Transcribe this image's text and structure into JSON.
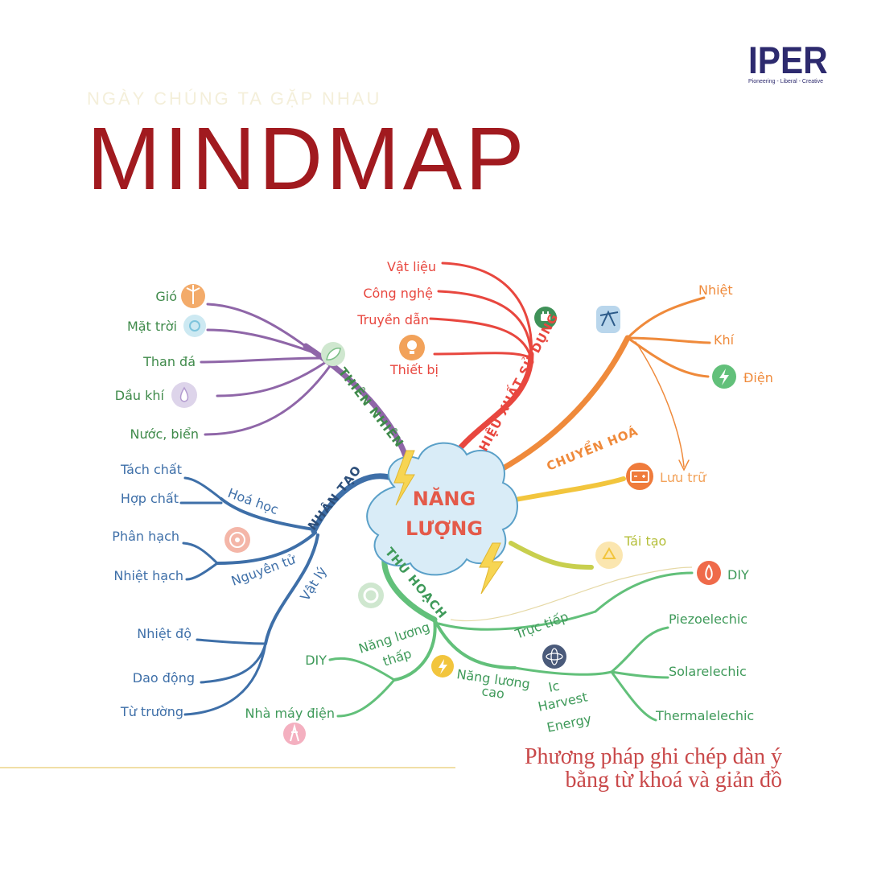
{
  "header": {
    "kicker": "NGÀY CHÚNG TA GẶP NHAU",
    "title": "MINDMAP",
    "logo_text": "IPER",
    "logo_tagline": "Pioneering - Liberal - Creative"
  },
  "subtitle": {
    "line1": "Phương pháp ghi chép dàn ý",
    "line2": "bằng từ khoá và giản đồ"
  },
  "center": {
    "line1": "NĂNG",
    "line2": "LƯỢNG"
  },
  "branches": {
    "thien_nhien": {
      "label": "THIÊN NHIÊN",
      "color": "#8f66a8",
      "items": [
        "Gió",
        "Mặt trời",
        "Than đá",
        "Dầu khí",
        "Nước, biển"
      ]
    },
    "hieu_xuat": {
      "label": "HIỆU XUẤT SỬ DỤNG",
      "color": "#e8473f",
      "items": [
        "Vật liệu",
        "Công nghệ",
        "Truyền dẫn",
        "Thiết bị"
      ]
    },
    "chuyen_hoa": {
      "label": "CHUYỂN HOÁ",
      "color": "#ef8a3b",
      "items": [
        "Nhiệt",
        "Khí",
        "Điện",
        "Lưu trữ"
      ]
    },
    "tai_tao": {
      "label": "Tái tạo",
      "color": "#c8cf4e"
    },
    "nhan_tao": {
      "label": "NHÂN TẠO",
      "color": "#3e6fa8",
      "hoa_hoc": {
        "label": "Hoá học",
        "items": [
          "Tách chất",
          "Hợp chất"
        ]
      },
      "nguyen_tu": {
        "label": "Nguyên tử",
        "items": [
          "Phân hạch",
          "Nhiệt hạch"
        ]
      },
      "vat_ly": {
        "label": "Vật lý",
        "items": [
          "Nhiệt độ",
          "Dao động",
          "Từ trường"
        ]
      }
    },
    "thu_hoach": {
      "label": "THU HOẠCH",
      "color": "#62c07a",
      "nang_luong_thap": {
        "label": "Năng lượng thấp",
        "items": [
          "DIY",
          "Nhà máy điện"
        ]
      },
      "nang_luong_cao": {
        "label": "Năng lượng cao"
      },
      "truc_tiep": {
        "label": "Trực tiếp",
        "items": [
          "DIY"
        ]
      },
      "ic_harvest": {
        "label": "Ic Harvest Energy",
        "items": [
          "Piezoelechic",
          "Solarelechic",
          "Thermalelechic"
        ]
      }
    }
  },
  "icons": {
    "wind": "wind-turbine-icon",
    "sun": "sun-icon",
    "coal": "coal-icon",
    "oil": "oil-drop-icon",
    "leaf": "leaf-icon",
    "plug": "plug-icon",
    "bulb": "light-bulb-icon",
    "pump": "oil-pump-icon",
    "bolt": "lightning-icon",
    "battery": "battery-icon",
    "recycle": "recycle-icon",
    "atom": "atom-icon",
    "gear": "gear-icon",
    "fire": "fire-icon",
    "tower": "power-tower-icon"
  }
}
